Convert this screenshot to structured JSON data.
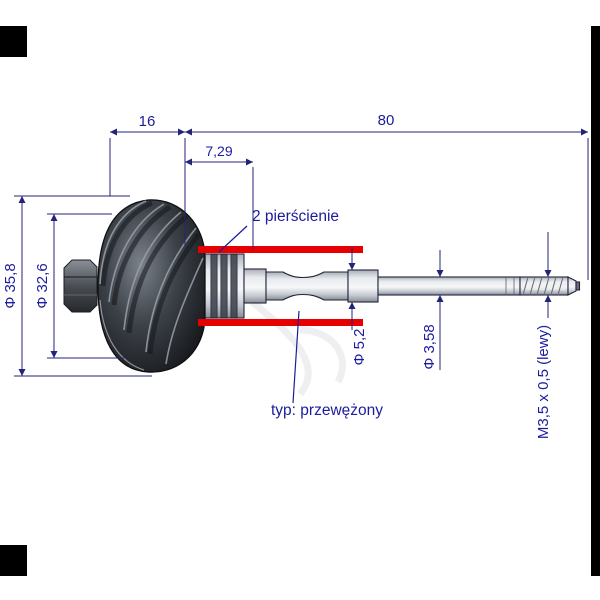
{
  "dims": {
    "w16": "16",
    "w80": "80",
    "w729": "7,29",
    "dia_wheel": "Φ 35,8",
    "dia_hub": "Φ 32,6",
    "dia_neck": "Φ 5,2",
    "dia_shaft": "Φ 3,58",
    "thread": "M3,5 x 0,5 (lewy)"
  },
  "notes": {
    "rings": "2 pierścienie",
    "type": "typ: przewężony"
  },
  "colors": {
    "dimension_text": "#1b1b9e",
    "dimension_line": "#23237a",
    "geometry_line": "#23233c",
    "highlight_red": "#e60000",
    "wheel_dark": "#17181c",
    "metal_light": "#f6f7f8"
  }
}
